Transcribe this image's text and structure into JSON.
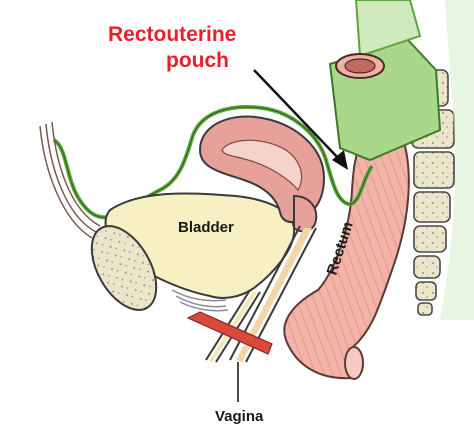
{
  "labels": {
    "callout_line1": "Rectouterine",
    "callout_line2": "pouch",
    "bladder": "Bladder",
    "rectum": "Rectum",
    "vagina": "Vagina"
  },
  "colors": {
    "callout_text": "#e8202a",
    "peritoneum": "#5aa83a",
    "peritoneum_fill": "#a9d88a",
    "uterus": "#e8a09a",
    "uterus_inner": "#f6d2cc",
    "bladder_fill": "#f6f0c2",
    "rectum_fill": "#f3b3a8",
    "rectum_stripes": "#dd8f86",
    "bone": "#e9e4c8",
    "outline": "#3a3a3a",
    "pubic_bone": "#ece7cc",
    "muscle_red": "#d94a3a"
  }
}
